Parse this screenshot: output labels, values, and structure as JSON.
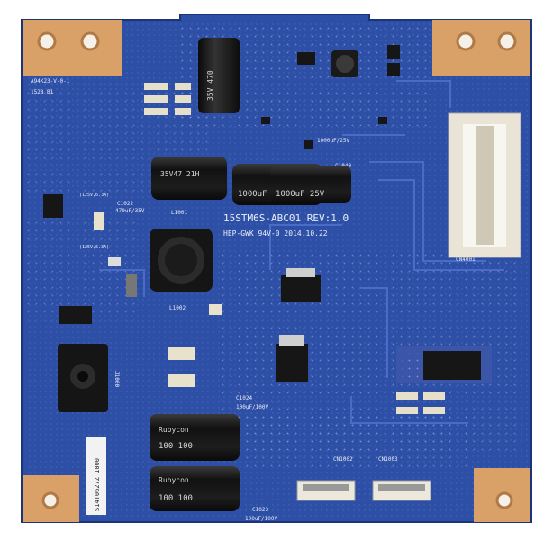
{
  "board": {
    "colors": {
      "pcb": "#2e4fa6",
      "pcb_dark": "#22408c",
      "pad": "#d9a067",
      "silk": "#e8eef8",
      "cap": "#1b1b1b",
      "ic": "#161616"
    },
    "silkscreen": {
      "part_number_1": "15STM6S-ABC01 REV:1.0",
      "part_number_2": "HEP-GWK 94V-0 2014.10.22",
      "top_left_code": "A94K23-V-0-1",
      "date_code": "1528 B1",
      "ref_l1001": "L1001",
      "ref_l1002": "L1002",
      "ref_c1022": "C1022",
      "ref_c1022_val": "470uF/35V",
      "ref_c1024": "C1024",
      "ref_c1024_val": "100uF/100V",
      "ref_c1023": "C1023",
      "ref_c1023_val": "100uF/100V",
      "ref_c1040": "C1040",
      "ref_c1040_val": "1000uF/25V",
      "ref_j1000": "J1000",
      "ref_cn1002": "CN1002",
      "ref_cn1003": "CN1003",
      "ref_cn4001": "CN4001",
      "fuse_1": "(125V,6.3A)",
      "fuse_2": "(125V,6.3A)"
    },
    "capacitors": {
      "cap_top": "35V 470",
      "cap_mid": "35V47 21H",
      "cap_big_1": "1000uF 25V",
      "cap_big_2": "1000uF 25V",
      "cap_brand": "Rubycon",
      "cap_bot_1": "100 100",
      "cap_bot_2": "100 100"
    },
    "sticker": "S14T0627Z 1000"
  }
}
